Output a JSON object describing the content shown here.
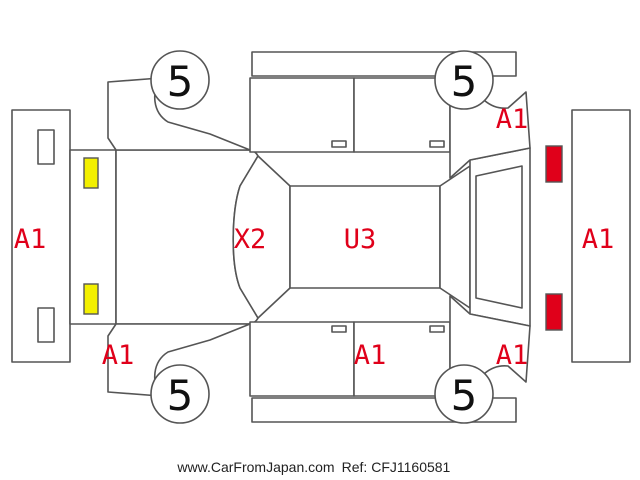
{
  "colors": {
    "line": "#555555",
    "panel_fill": "#ffffff",
    "code_text": "#e0001a",
    "wheel_text": "#111111",
    "yellow_lamp": "#f3f000",
    "red_lamp": "#e0001a",
    "footer_text": "#222222"
  },
  "wheels": {
    "front_left": "5",
    "rear_left": "5",
    "front_right": "5",
    "rear_right": "5"
  },
  "damage_codes": {
    "front_bumper": "A1",
    "rear_bumper": "A1",
    "hood": "X2",
    "roof": "U3",
    "top_rear_fender": "A1",
    "bottom_front_fender": "A1",
    "bottom_doors": "A1",
    "bottom_rear_fender": "A1"
  },
  "lamps": {
    "front": [
      "yellow-lamp",
      "yellow-lamp"
    ],
    "rear": [
      "red-lamp",
      "red-lamp"
    ]
  },
  "footer": {
    "site": "www.CarFromJapan.com",
    "ref": "Ref: CFJ1160581"
  }
}
